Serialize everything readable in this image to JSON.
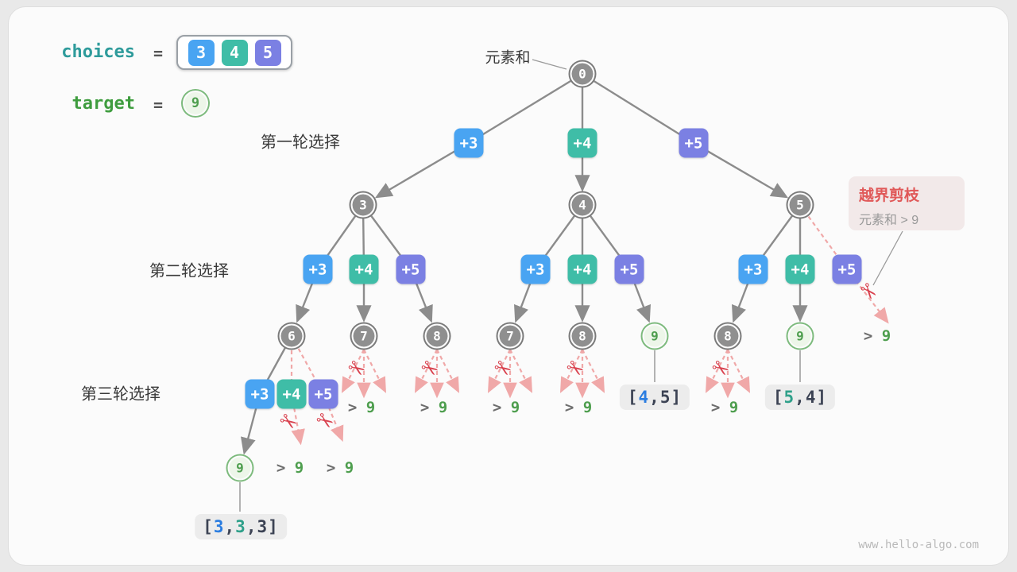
{
  "page": {
    "watermark": "www.hello-algo.com"
  },
  "legend": {
    "choices_label": "choices",
    "equals": "=",
    "choices": [
      "3",
      "4",
      "5"
    ],
    "target_label": "target",
    "target": "9"
  },
  "tree": {
    "sum_label": "元素和",
    "rounds": [
      "第一轮选择",
      "第二轮选择",
      "第三轮选择"
    ]
  },
  "nodes": {
    "root": "0",
    "l1": [
      "3",
      "4",
      "5"
    ],
    "l2": [
      "6",
      "7",
      "8",
      "7",
      "8",
      "9",
      "8",
      "9"
    ],
    "l3": [
      "9"
    ]
  },
  "ops": {
    "plus3": "+3",
    "plus4": "+4",
    "plus5": "+5"
  },
  "prune": {
    "gt": ">",
    "value": "9"
  },
  "callout": {
    "title": "越界剪枝",
    "line": "元素和 > 9"
  },
  "icons": {
    "scissors": "✂"
  },
  "colors": {
    "blue": "#49a4f2",
    "teal": "#3fbda7",
    "purple": "#7b80e3",
    "green": "#4e9e4e",
    "red": "#d9414e",
    "gray_node": "#8f8f8f"
  },
  "results": [
    {
      "label": "[3,3,3]",
      "parts": [
        {
          "t": "[",
          "c": "dark"
        },
        {
          "t": "3",
          "c": "blue"
        },
        {
          "t": ",",
          "c": "dark"
        },
        {
          "t": "3",
          "c": "teal"
        },
        {
          "t": ",",
          "c": "dark"
        },
        {
          "t": "3",
          "c": "dark"
        },
        {
          "t": "]",
          "c": "dark"
        }
      ]
    },
    {
      "label": "[4,5]",
      "parts": [
        {
          "t": "[",
          "c": "dark"
        },
        {
          "t": "4",
          "c": "blue"
        },
        {
          "t": ",",
          "c": "dark"
        },
        {
          "t": "5",
          "c": "dark"
        },
        {
          "t": "]",
          "c": "dark"
        }
      ]
    },
    {
      "label": "[5,4]",
      "parts": [
        {
          "t": "[",
          "c": "dark"
        },
        {
          "t": "5",
          "c": "teal"
        },
        {
          "t": ",",
          "c": "dark"
        },
        {
          "t": "4",
          "c": "dark"
        },
        {
          "t": "]",
          "c": "dark"
        }
      ]
    }
  ]
}
